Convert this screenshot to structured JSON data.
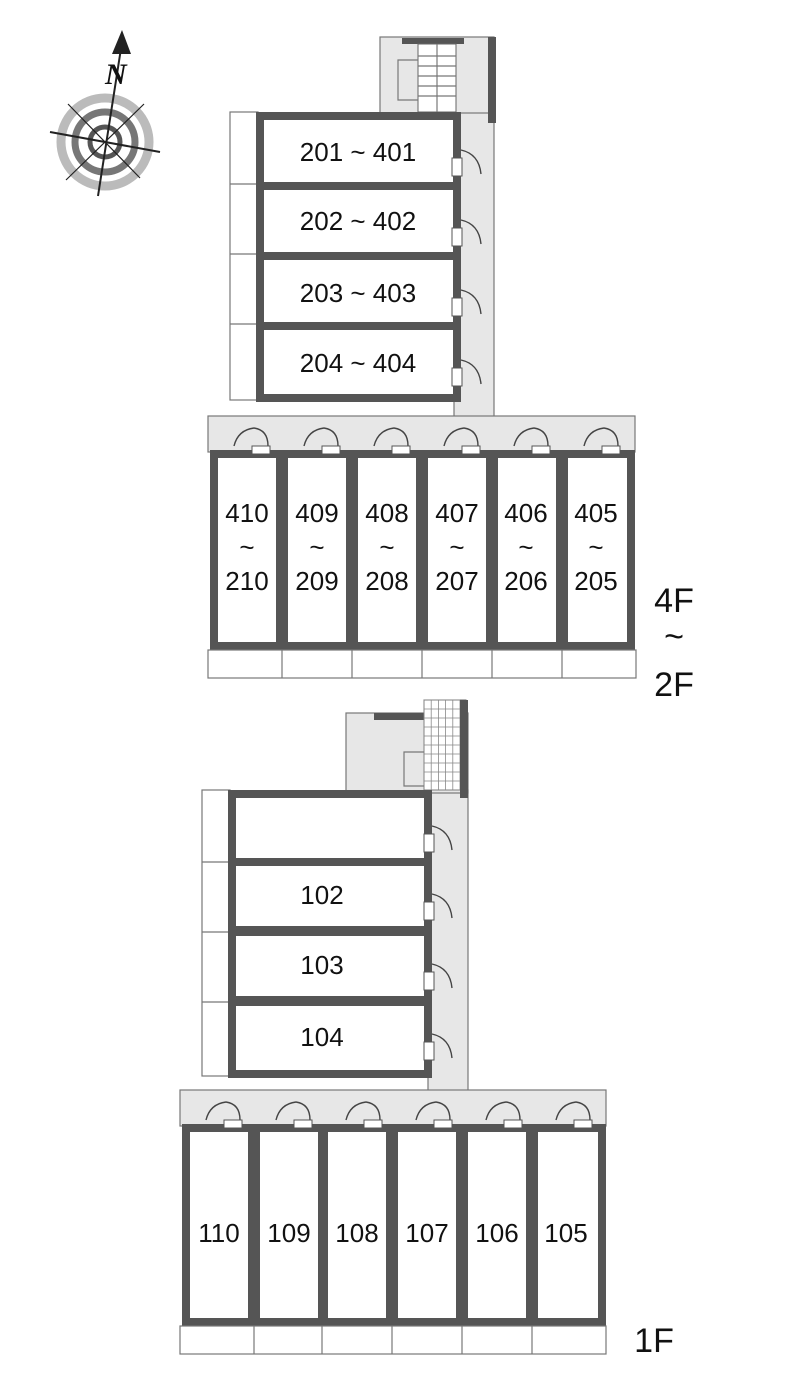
{
  "compass": {
    "north_label": "N"
  },
  "upper": {
    "floor_label": [
      "4F",
      "~",
      "2F"
    ],
    "units_west": [
      "201 ~ 401",
      "202 ~ 402",
      "203 ~ 403",
      "204 ~ 404"
    ],
    "units_south": [
      {
        "top": "410",
        "tilde": "~",
        "bottom": "210"
      },
      {
        "top": "409",
        "tilde": "~",
        "bottom": "209"
      },
      {
        "top": "408",
        "tilde": "~",
        "bottom": "208"
      },
      {
        "top": "407",
        "tilde": "~",
        "bottom": "207"
      },
      {
        "top": "406",
        "tilde": "~",
        "bottom": "206"
      },
      {
        "top": "405",
        "tilde": "~",
        "bottom": "205"
      }
    ]
  },
  "lower": {
    "floor_label": "1F",
    "units_west": [
      "",
      "102",
      "103",
      "104"
    ],
    "units_south": [
      "110",
      "109",
      "108",
      "107",
      "106",
      "105"
    ]
  }
}
